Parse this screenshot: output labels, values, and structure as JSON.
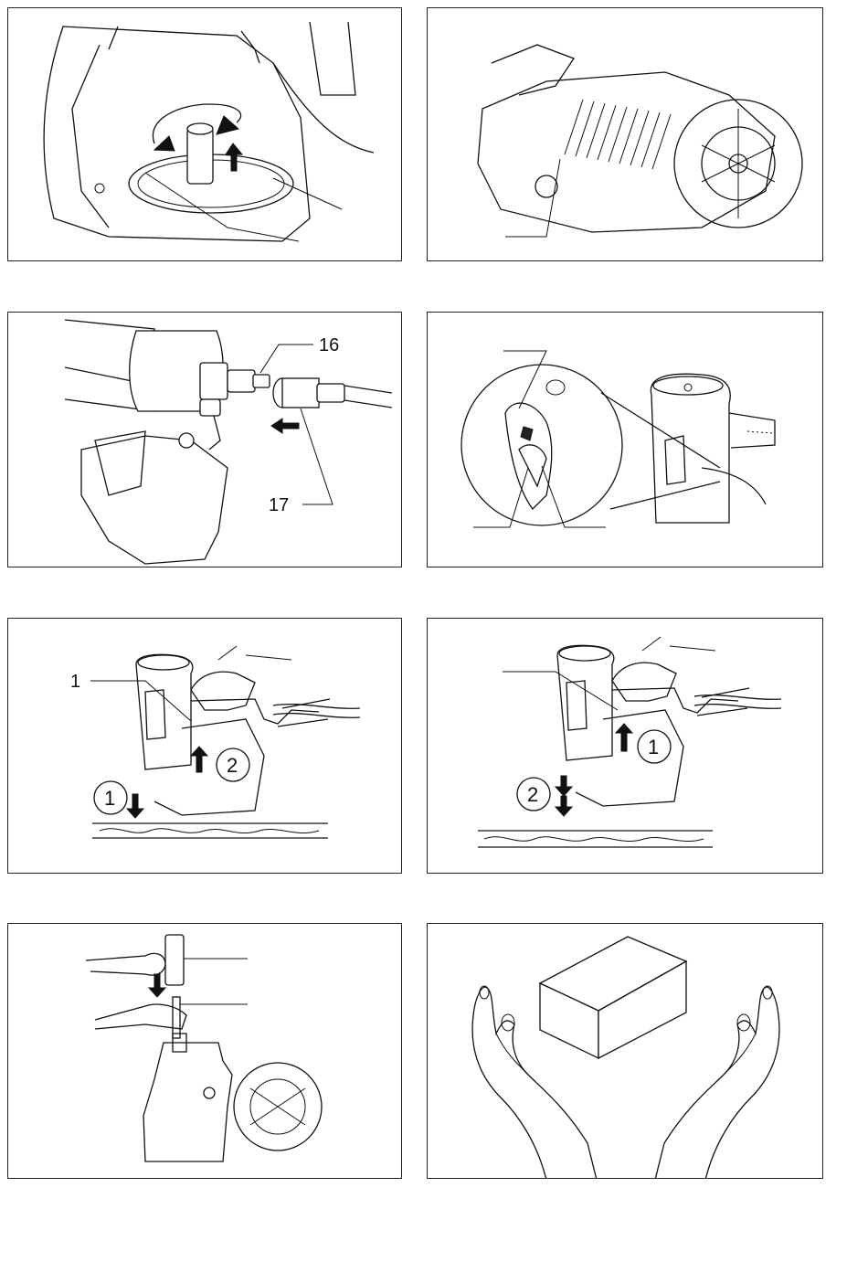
{
  "figures": {
    "fig3": {
      "callout_16": "16",
      "callout_17": "17"
    },
    "fig5": {
      "callout_1": "1",
      "step_1": "1",
      "step_2": "2"
    },
    "fig6": {
      "step_1": "1",
      "step_2": "2"
    }
  }
}
